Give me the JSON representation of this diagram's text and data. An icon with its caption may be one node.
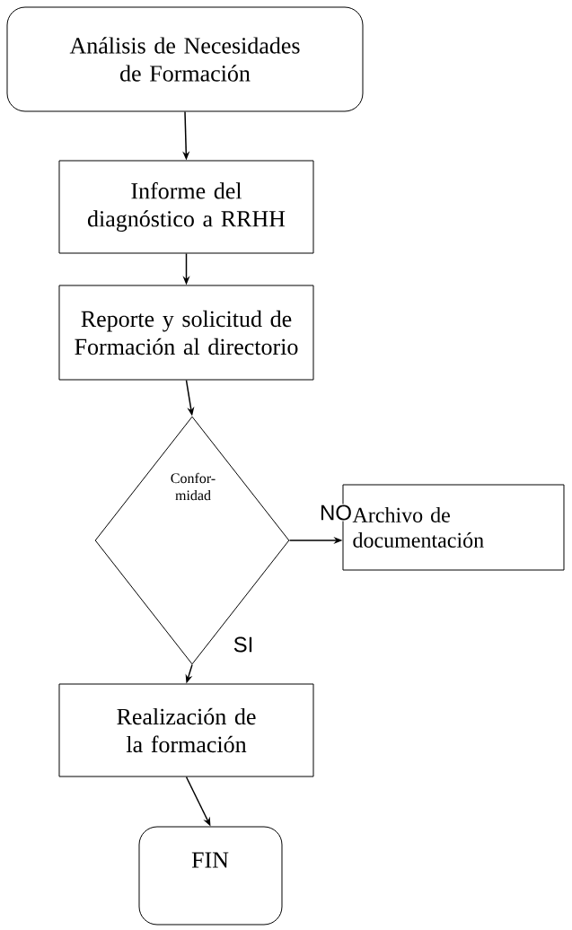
{
  "diagram": {
    "nodes": [
      {
        "text": [
          "Análisis de Necesidades de Formación"
        ]
      },
      {
        "text": [
          "Informe del diagnóstico a RRHH"
        ]
      },
      {
        "text": [
          "Reporte y solicitud de Formación al directorio"
        ]
      },
      {
        "text": [
          "Confor- midad"
        ]
      },
      {
        "text": [
          "Archivo de documentación"
        ]
      },
      {
        "text": [
          "Realización de la formación"
        ]
      },
      {
        "text": [
          "FIN"
        ]
      }
    ],
    "edges": [
      {
        "from": 0,
        "to": 1,
        "arrow": "to"
      },
      {
        "from": 1,
        "to": 2,
        "arrow": "to"
      },
      {
        "from": 2,
        "to": 3,
        "arrow": "to"
      },
      {
        "from": 3,
        "to": 4,
        "arrow": "to",
        "label": "NO"
      },
      {
        "from": 3,
        "to": 5,
        "arrow": "to",
        "label": "SI"
      },
      {
        "from": 5,
        "to": 6,
        "arrow": "to"
      }
    ]
  }
}
